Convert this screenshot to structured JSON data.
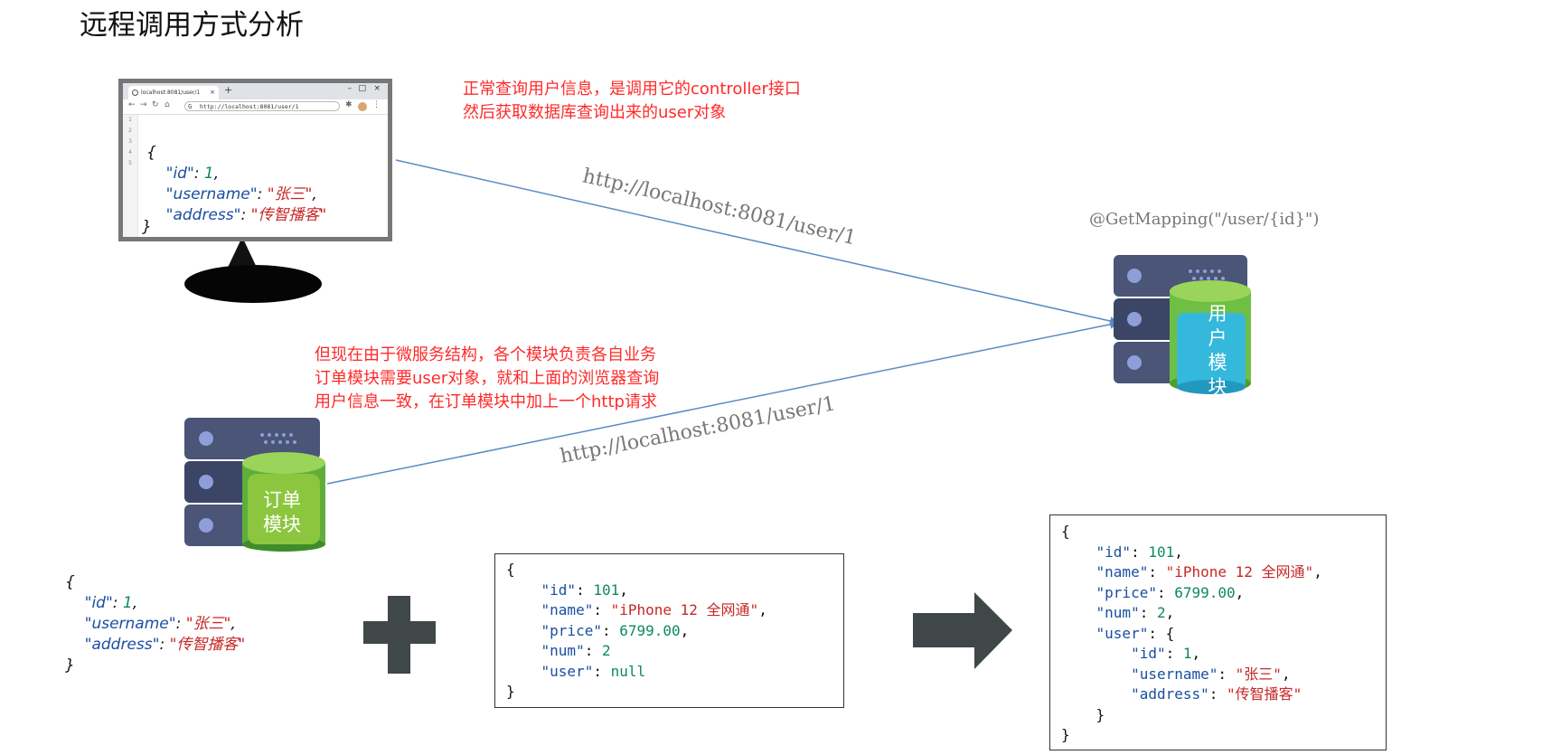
{
  "page_title": "远程调用方式分析",
  "notes": {
    "top_line1": "正常查询用户信息，是调用它的controller接口",
    "top_line2": "然后获取数据库查询出来的user对象",
    "mid_line1": "但现在由于微服务结构，各个模块负责各自业务",
    "mid_line2": "订单模块需要user对象，就和上面的浏览器查询",
    "mid_line3": "用户信息一致，在订单模块中加上一个http请求"
  },
  "urls": {
    "top": "http://localhost:8081/user/1",
    "bottom": "http://localhost:8081/user/1"
  },
  "mapping": "@GetMapping(\"/user/{id}\")",
  "browser": {
    "tab_title": "localhost:8081/user/1",
    "new_tab": "+",
    "min": "–",
    "max": "□",
    "close": "×",
    "address": "http://localhost:8081/user/1",
    "line_numbers": "1\n2\n3\n4\n5"
  },
  "user_json": {
    "brace_open": "{",
    "brace_close": "}",
    "id_key": "\"id\"",
    "id_val": "1",
    "username_key": "\"username\"",
    "username_val": "\"张三\"",
    "address_key": "\"address\"",
    "address_val": "\"传智播客\""
  },
  "order_json": {
    "brace_open": "{",
    "brace_close": "}",
    "id_key": "\"id\"",
    "id_val": "101",
    "name_key": "\"name\"",
    "name_val": "\"iPhone 12 全网通\"",
    "price_key": "\"price\"",
    "price_val": "6799.00",
    "num_key": "\"num\"",
    "num_val": "2",
    "user_key": "\"user\"",
    "user_val": "null"
  },
  "result_json": {
    "brace_open": "{",
    "brace_close": "}",
    "inner_open": "{",
    "inner_close": "}",
    "id_key": "\"id\"",
    "id_val": "101",
    "name_key": "\"name\"",
    "name_val": "\"iPhone 12 全网通\"",
    "price_key": "\"price\"",
    "price_val": "6799.00",
    "num_key": "\"num\"",
    "num_val": "2",
    "user_key": "\"user\"",
    "user_id_key": "\"id\"",
    "user_id_val": "1",
    "username_key": "\"username\"",
    "username_val": "\"张三\"",
    "address_key": "\"address\"",
    "address_val": "\"传智播客\""
  },
  "modules": {
    "order_line1": "订单",
    "order_line2": "模块",
    "user_chars": [
      "用",
      "户",
      "模",
      "块"
    ]
  },
  "colors": {
    "note_red": "#ff2a2a",
    "arrow_blue": "#5b8ac5",
    "server_dark": "#4a5577",
    "order_db_green": "#8cc63f",
    "user_db_cyan": "#34b8dc",
    "json_key": "#1a4fa0",
    "json_number": "#0d8a5c",
    "json_string": "#c62828",
    "operator_gray": "#3f4748"
  }
}
